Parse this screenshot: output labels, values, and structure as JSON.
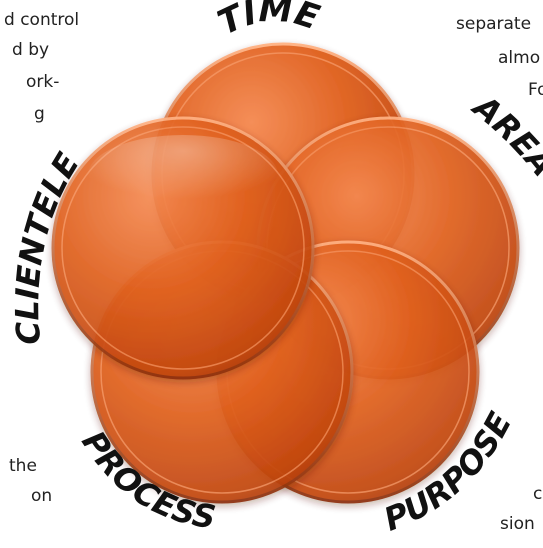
{
  "diagram": {
    "labels": {
      "time": "TIME",
      "area": "AREA",
      "clientele": "CLIENTELE",
      "process": "PROCESS",
      "purpose": "PURPOSE"
    },
    "circle_colors": {
      "base": "#d9541f",
      "light": "#f7925a",
      "dark": "#9f3410"
    }
  },
  "text_fragments": {
    "top_left": [
      "d control",
      "d by",
      "ork-",
      "g"
    ],
    "top_right": [
      "separate",
      "almo",
      "Fo"
    ],
    "bottom_left": [
      "the",
      "on"
    ],
    "bottom_right": [
      "c",
      "sion"
    ]
  }
}
